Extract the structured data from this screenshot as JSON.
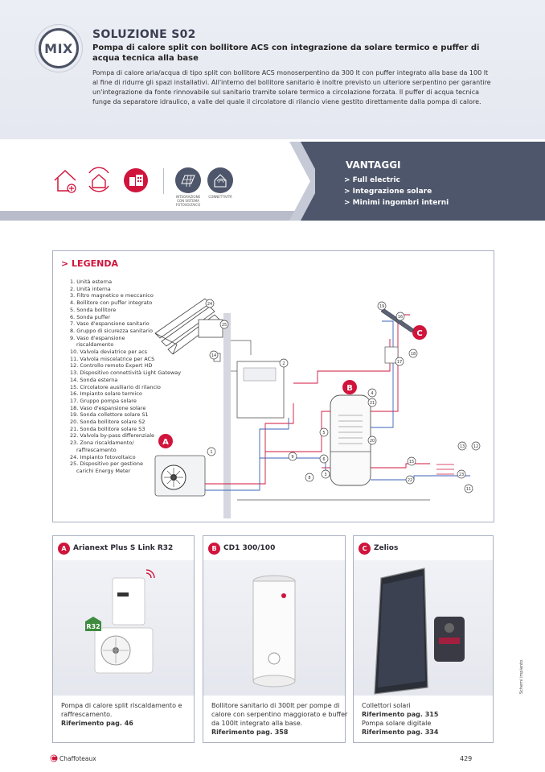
{
  "header": {
    "badge": "MIX",
    "title": "SOLUZIONE S02",
    "subtitle": "Pompa di calore split con bollitore ACS con integrazione da solare termico e puffer di acqua tecnica alla base",
    "description": "Pompa di calore aria/acqua di tipo split con bollitore ACS monoserpentino da 300 lt con puffer integrato alla base da 100 lt al fine di ridurre gli spazi installativi. All'interno del bollitore sanitario è inoltre previsto un ulteriore serpentino per garantire un'integrazione da fonte rinnovabile sul sanitario tramite solare termico a circolazione forzata. Il puffer di acqua tecnica funge da separatore idraulico, a valle del quale il circolatore di rilancio viene gestito direttamente dalla pompa di calore."
  },
  "icons": {
    "items": [
      {
        "name": "house-plus-icon"
      },
      {
        "name": "house-refresh-icon"
      },
      {
        "name": "buildings-icon"
      },
      {
        "name": "solar-panel-icon",
        "label": "INTEGRAZIONE CON SISTEMA FOTOVOLTAICO"
      },
      {
        "name": "connectivity-icon",
        "label": "CONNETTIVITÀ"
      }
    ]
  },
  "vantaggi": {
    "title": "VANTAGGI",
    "items": [
      "> Full electric",
      "> Integrazione solare",
      "> Minimi ingombri interni"
    ]
  },
  "legend": {
    "title": "> LEGENDA",
    "items": [
      "1. Unità esterna",
      "2. Unità interna",
      "3. Filtro magnetico e meccanico",
      "4. Bollitore con puffer integrato",
      "5. Sonda bollitore",
      "6. Sonda puffer",
      "7. Vaso d'espansione sanitario",
      "8. Gruppo di sicurezza sanitario",
      "9. Vaso d'espansione",
      "   riscaldamento",
      "10. Valvola deviatrice per acs",
      "11. Valvola miscelatrice per ACS",
      "12. Controllo remoto Expert HD",
      "13. Dispositivo connettività Light Gateway",
      "14. Sonda esterna",
      "15. Circolatore ausiliario di rilancio",
      "16. Impianto solare termico",
      "17. Gruppo pompa solare",
      "18. Vaso d'espansione solare",
      "19. Sonda collettore solare S1",
      "20. Sonda bollitore solare S2",
      "21. Sonda bollitore solare S3",
      "22. Valvola by-pass differenziale",
      "23. Zona riscaldamento/",
      "   raffrescamento",
      "24. Impianto fotovoltaico",
      "25. Dispositivo per gestione",
      "   carichi Energy Meter"
    ],
    "markers": {
      "a": "A",
      "b": "B",
      "c": "C"
    }
  },
  "cards": [
    {
      "letter": "A",
      "name": "Arianext Plus S Link R32",
      "tag": "R32",
      "text": "Pompa di calore split riscaldamento e raffrescamento.",
      "ref": "Riferimento pag. 46"
    },
    {
      "letter": "B",
      "name": "CD1 300/100",
      "text": "Bollitore sanitario di 300lt per pompe di calore con serpentino maggiorato e buffer da 100lt integrato alla base.",
      "ref": "Riferimento pag. 358"
    },
    {
      "letter": "C",
      "name": "Zelios",
      "text": "Collettori solari",
      "ref": "Riferimento pag. 315",
      "text2": "Pompa solare digitale",
      "ref2": "Riferimento pag. 334"
    }
  ],
  "footer": {
    "brand": "Chaffoteaux",
    "page": "429",
    "side": "Schemi impianto"
  },
  "colors": {
    "accent": "#d0143c",
    "dark": "#4e566b",
    "band": "#b8bccb"
  }
}
